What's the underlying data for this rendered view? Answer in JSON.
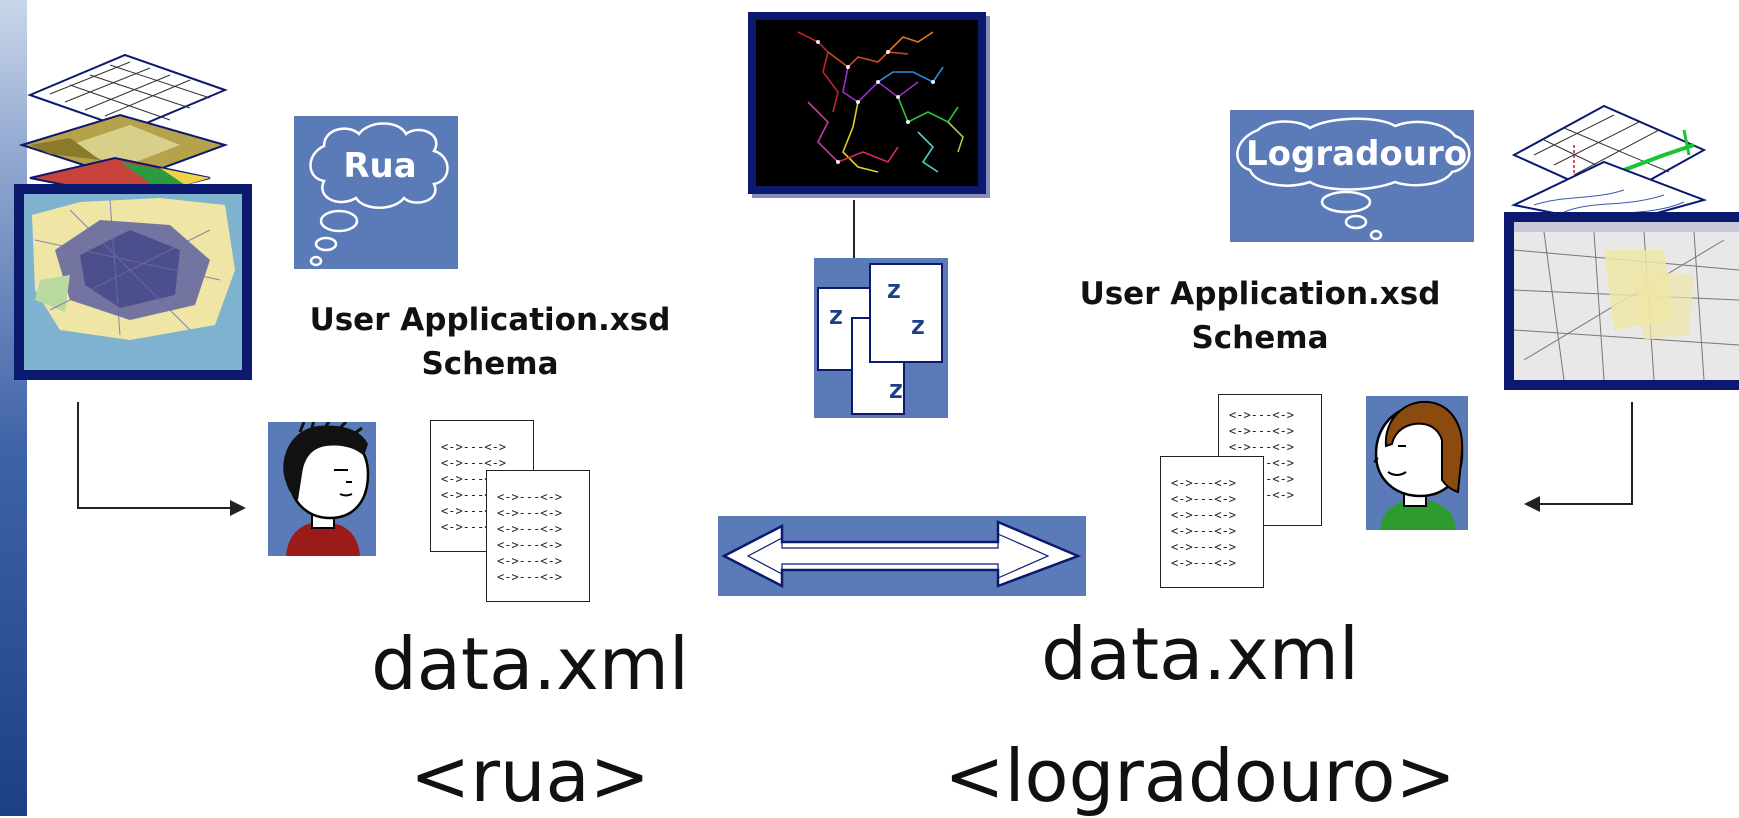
{
  "left": {
    "thought": "Rua",
    "schema_line1": "User Application.xsd",
    "schema_line2": "Schema",
    "data_file": "data.xml",
    "tag": "<rua>"
  },
  "right": {
    "thought": "Logradouro",
    "schema_line1": "User Application.xsd",
    "schema_line2": "Schema",
    "data_file": "data.xml",
    "tag": "<logradouro>"
  },
  "colors": {
    "panel_blue": "#5a7ab8",
    "frame_navy": "#0b1a6e",
    "sidebar_blue": "#1d3f86"
  },
  "icons": [
    "layered-map-icon",
    "thought-bubble-icon",
    "person-icon",
    "xml-document-icon",
    "network-graph-icon",
    "zip-files-icon",
    "double-arrow-icon"
  ]
}
